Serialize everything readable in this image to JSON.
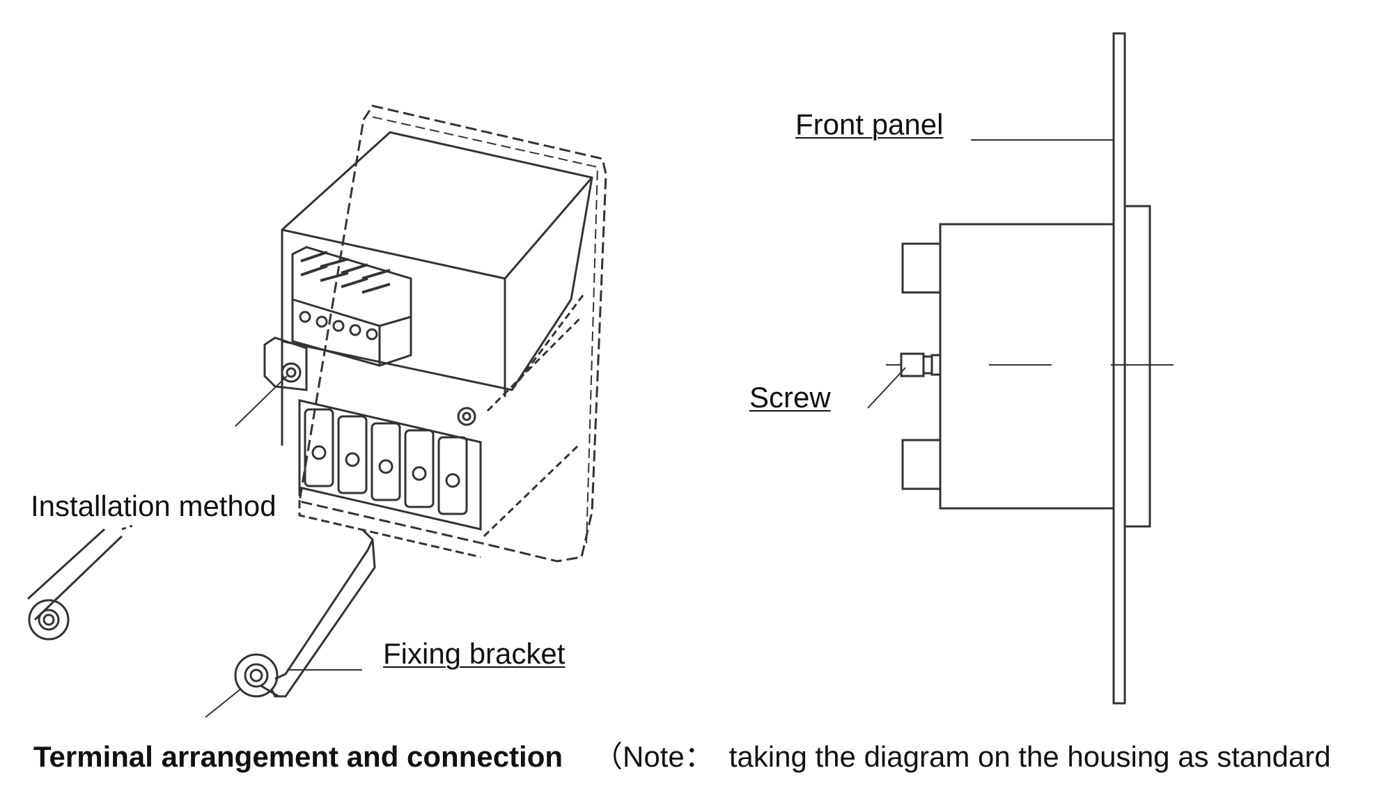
{
  "labels": {
    "front_panel": "Front panel",
    "screw": "Screw",
    "installation_method": "Installation method",
    "fixing_bracket": "Fixing bracket"
  },
  "caption": {
    "title": "Terminal arrangement and connection",
    "note_prefix": "（Note：",
    "note_text": "taking the diagram on the housing as standard"
  },
  "colors": {
    "line": "#333333",
    "background": "#ffffff"
  }
}
